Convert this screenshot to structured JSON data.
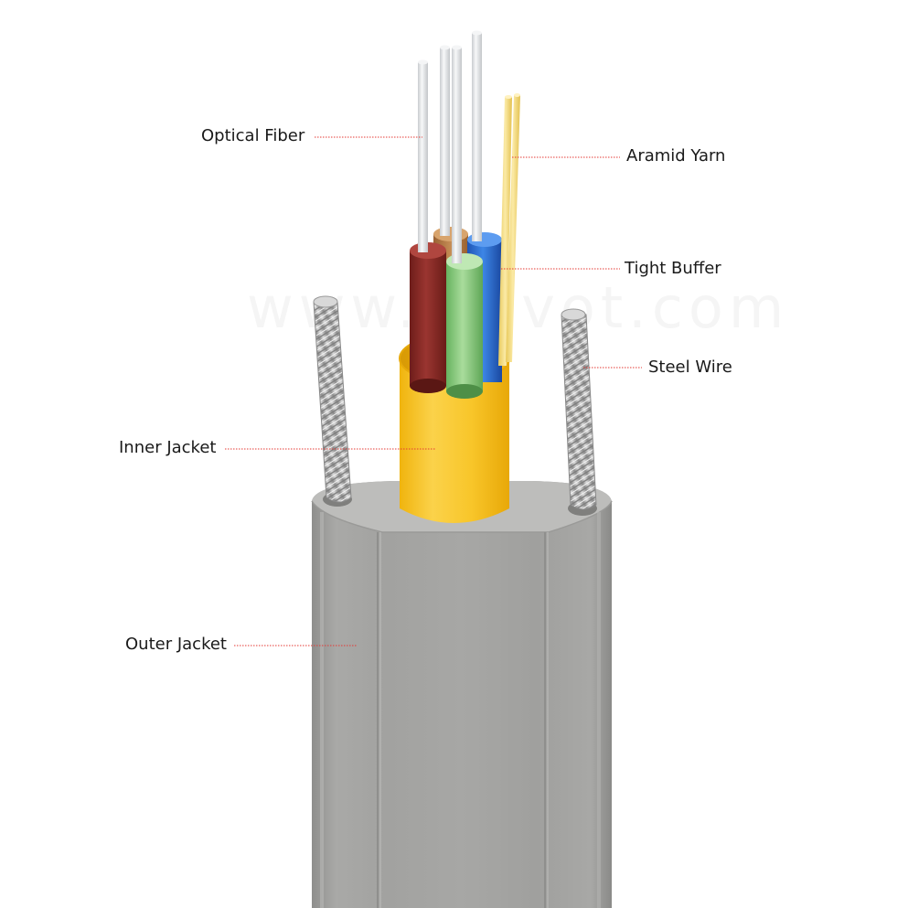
{
  "labels": {
    "optical_fiber": "Optical Fiber",
    "aramid_yarn": "Aramid Yarn",
    "tight_buffer": "Tight Buffer",
    "steel_wire": "Steel Wire",
    "inner_jacket": "Inner Jacket",
    "outer_jacket": "Outer Jacket"
  },
  "watermark": "www.veivot.com",
  "colors": {
    "leader_line": "#e53935",
    "outer_jacket": "#a4a4a2",
    "inner_jacket": "#f7c21b",
    "aramid_yarn": "#f3dc7e",
    "buffer_red": "#8c2a25",
    "buffer_brown": "#b77a43",
    "buffer_green": "#8fcf84",
    "buffer_blue": "#2f6fd0",
    "optical_fiber": "#e6e8ea",
    "steel_wire": "#b9b9b9"
  }
}
